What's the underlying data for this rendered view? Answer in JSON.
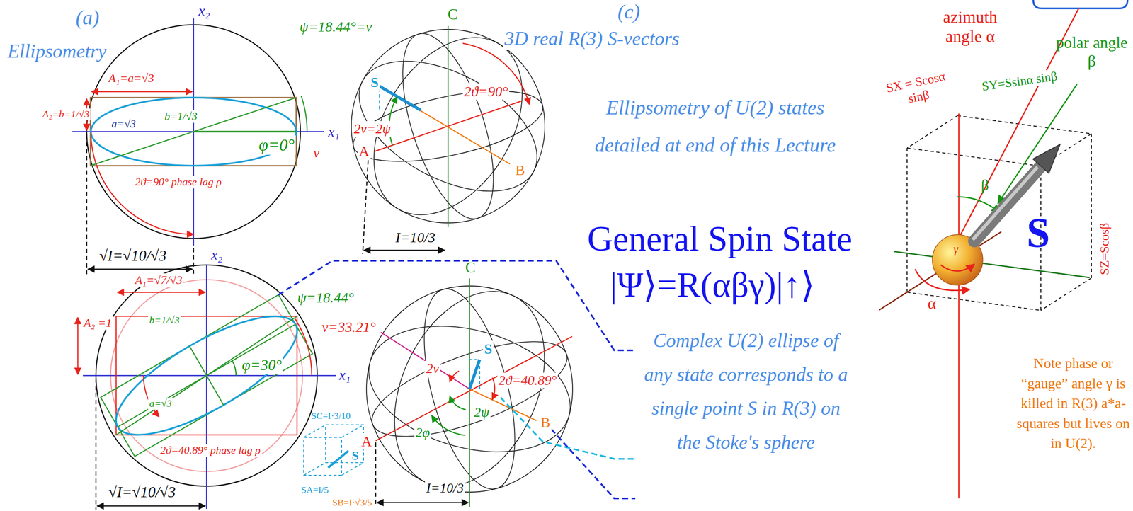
{
  "diagram": {
    "labels": [
      "(a)",
      "Ellipsometry",
      "x₂",
      "A₁=a=√3",
      "A₂=b=1/√3",
      "b=1/√3",
      "a=√3",
      "x₁",
      "ν",
      "φ=0°",
      "2ϑ=90° phase lag ρ",
      "√I=√10/√3",
      "ψ=18.44°=ν",
      "C",
      "S",
      "2ϑ=90°",
      "2ν=2ψ",
      "A",
      "B",
      "I=10/3",
      "(c)",
      "3D real R(3) S-vectors",
      "Ellipsometry of U(2) states detailed at end of this Lecture",
      "General Spin State",
      "|Ψ⟩=R(αβγ)|↑⟩",
      "Complex U(2) ellipse of any state corresponds to a single point S in R(3) on the Stoke's sphere",
      "azimuth angle α",
      "polar angle β",
      "SX = Scosα sinβ",
      "SY=Ssinα sinβ",
      "β",
      "S",
      "SZ=Scosβ",
      "γ",
      "α",
      "Note phase or “gauge” angle γ is killed in R(3) a*a-squares but lives on in U(2).",
      "x₂",
      "A₁=√7/√3",
      "ψ=18.44°",
      "A₂ =1",
      "ν=33.21°",
      "b=1/√3",
      "φ=30°",
      "x₁",
      "a=√3",
      "2ϑ=40.89° phase lag ρ",
      "√I=√10/√3",
      "SC=I·3/10",
      "S",
      "SA=I/5",
      "SB=I·√3/5",
      "C",
      "S",
      "2ν",
      "2ϑ=40.89°",
      "2ψ",
      "2φ",
      "A",
      "B",
      "I=10/3"
    ]
  }
}
